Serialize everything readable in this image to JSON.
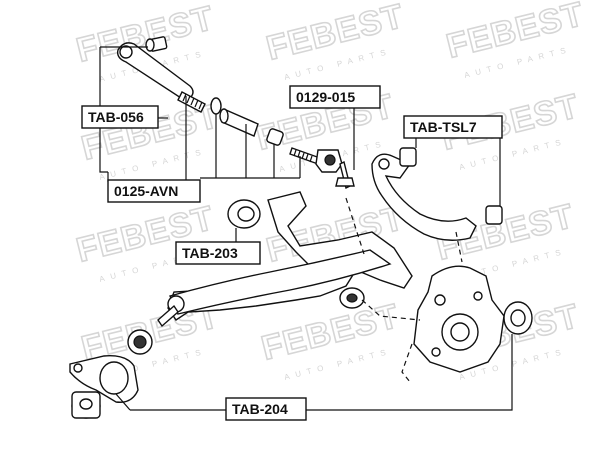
{
  "watermark": {
    "brand": "FEBEST",
    "sub": "AUTO PARTS"
  },
  "labels": {
    "tab_056": "TAB-056",
    "avn": "0125-AVN",
    "c0129": "0129-015",
    "tsl7": "TAB-TSL7",
    "tab_203": "TAB-203",
    "tab_204": "TAB-204"
  },
  "colors": {
    "line": "#111111",
    "watermark": "#d6d6d6"
  }
}
